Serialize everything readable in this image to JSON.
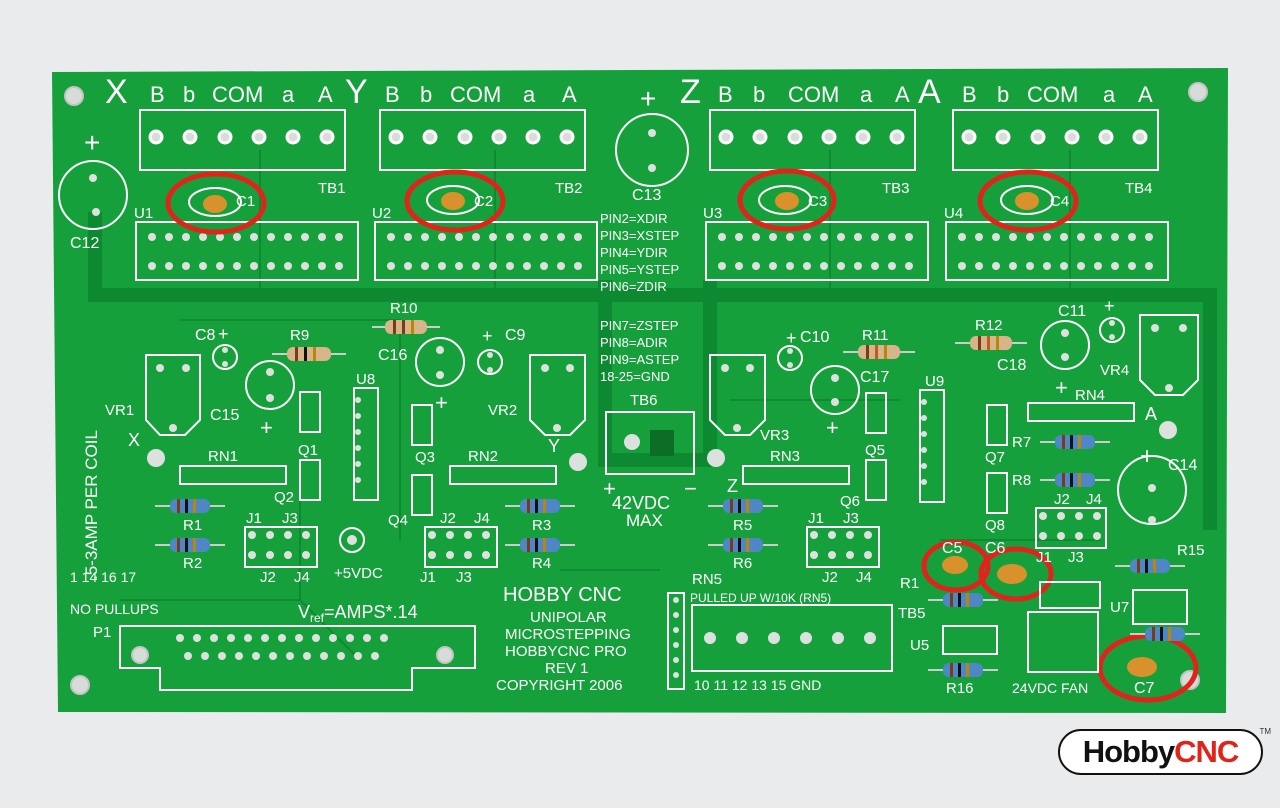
{
  "colors": {
    "board": "#16a03c",
    "board_dark": "#0f7d2c",
    "silk": "#ffffff",
    "highlight": "#e0231b",
    "cap": "#d9912c",
    "background": "#e9ebec"
  },
  "header": {
    "axes": [
      "X",
      "Y",
      "Z",
      "A"
    ],
    "pins": [
      "B",
      "b",
      "COM",
      "a",
      "A"
    ]
  },
  "terminals": [
    "TB1",
    "TB2",
    "TB3",
    "TB4"
  ],
  "ics": [
    "U1",
    "U2",
    "U3",
    "U4"
  ],
  "plus": "+",
  "minus": "−",
  "caps": {
    "c1": "C1",
    "c2": "C2",
    "c3": "C3",
    "c4": "C4",
    "c12": "C12",
    "c13": "C13",
    "c8": "C8",
    "c9": "C9",
    "c10": "C10",
    "c11": "C11",
    "c14": "C14",
    "c15": "C15",
    "c16": "C16",
    "c17": "C17",
    "c18": "C18",
    "c5": "C5",
    "c6": "C6",
    "c7": "C7"
  },
  "pin_map": [
    "PIN2=XDIR",
    "PIN3=XSTEP",
    "PIN4=YDIR",
    "PIN5=YSTEP",
    "PIN6=ZDIR",
    "PIN7=ZSTEP",
    "PIN8=ADIR",
    "PIN9=ASTEP",
    "18-25=GND"
  ],
  "resistors": {
    "r1": "R1",
    "r2": "R2",
    "r3": "R3",
    "r4": "R4",
    "r5": "R5",
    "r6": "R6",
    "r7": "R7",
    "r8": "R8",
    "r9": "R9",
    "r10": "R10",
    "r11": "R11",
    "r12": "R12",
    "r15": "R15",
    "r16": "R16",
    "r1b": "R1"
  },
  "misc": {
    "u8": "U8",
    "u9": "U9",
    "u5": "U5",
    "u7": "U7",
    "q1": "Q1",
    "q2": "Q2",
    "q3": "Q3",
    "q4": "Q4",
    "q5": "Q5",
    "q6": "Q6",
    "q7": "Q7",
    "q8": "Q8",
    "vr1": "VR1",
    "vr2": "VR2",
    "vr3": "VR3",
    "vr4": "VR4",
    "x": "X",
    "y": "Y",
    "z": "Z",
    "a": "A",
    "rn1": "RN1",
    "rn2": "RN2",
    "rn3": "RN3",
    "rn4": "RN4",
    "rn5": "RN5",
    "tb5": "TB5",
    "tb6": "TB6",
    "p1": "P1",
    "j1": "J1",
    "j2": "J2",
    "j3": "J3",
    "j4": "J4"
  },
  "texts": {
    "coil": ".5-3AMP PER COIL",
    "vdc42": "42VDC",
    "max": "MAX",
    "vdc5": "+5VDC",
    "pins_left": "1 14 16 17",
    "no_pullups": "NO PULLUPS",
    "vref": "V",
    "vref_sub": "ref",
    "vref_rest": "=AMPS*.14",
    "hobby_cnc": "HOBBY CNC",
    "pulled_up": "PULLED UP W/10K (RN5)",
    "unipolar": "UNIPOLAR",
    "microstep": "MICROSTEPPING",
    "pro": "HOBBYCNC PRO",
    "rev": "REV 1",
    "copyright": "COPYRIGHT 2006",
    "tb5_pins": "10 11 12 13 15 GND",
    "fan": "24VDC FAN"
  },
  "logo": {
    "part1": "Hobby",
    "part2": "CNC",
    "tm": "TM"
  }
}
